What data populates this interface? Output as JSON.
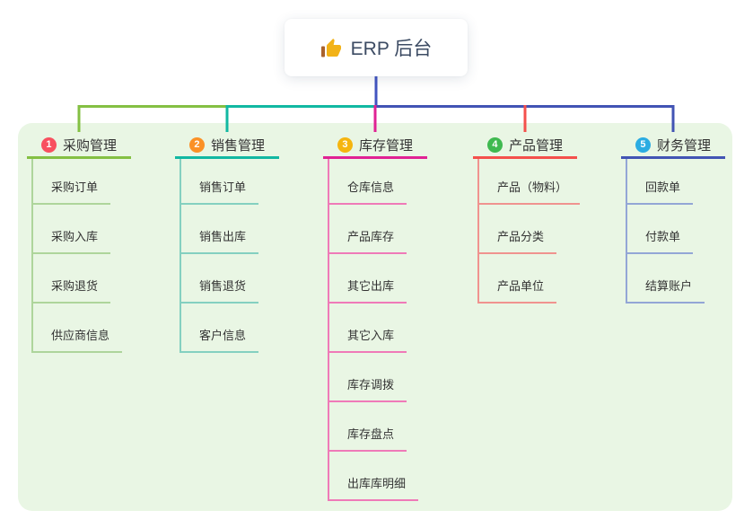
{
  "root": {
    "label": "ERP 后台",
    "icon": "thumbs-up"
  },
  "colors": {
    "page_bg": "#ffffff",
    "panel_bg": "#e9f6e4",
    "text": "#333333",
    "root_text": "#3c4b63",
    "root_connector": "#4254c0",
    "thumb_icon": "#f2b217",
    "thumb_cuff": "#a9622d"
  },
  "branches": [
    {
      "num": "1",
      "label": "采购管理",
      "badge_color": "#f8505f",
      "line_color": "#84c043",
      "child_line_color": "#aed59b",
      "children": [
        "采购订单",
        "采购入库",
        "采购退货",
        "供应商信息"
      ]
    },
    {
      "num": "2",
      "label": "销售管理",
      "badge_color": "#fb9126",
      "line_color": "#12b8a2",
      "child_line_color": "#84d0c0",
      "children": [
        "销售订单",
        "销售出库",
        "销售退货",
        "客户信息"
      ]
    },
    {
      "num": "3",
      "label": "库存管理",
      "badge_color": "#f5b50f",
      "line_color": "#e02294",
      "child_line_color": "#ef7ab8",
      "children": [
        "仓库信息",
        "产品库存",
        "其它出库",
        "其它入库",
        "库存调拨",
        "库存盘点",
        "出库库明细"
      ]
    },
    {
      "num": "4",
      "label": "产品管理",
      "badge_color": "#3fb950",
      "line_color": "#f4504c",
      "child_line_color": "#f0938f",
      "children": [
        "产品（物料）",
        "产品分类",
        "产品单位"
      ]
    },
    {
      "num": "5",
      "label": "财务管理",
      "badge_color": "#2bace2",
      "line_color": "#4254b4",
      "child_line_color": "#93a6d6",
      "children": [
        "回款单",
        "付款单",
        "结算账户"
      ]
    }
  ]
}
